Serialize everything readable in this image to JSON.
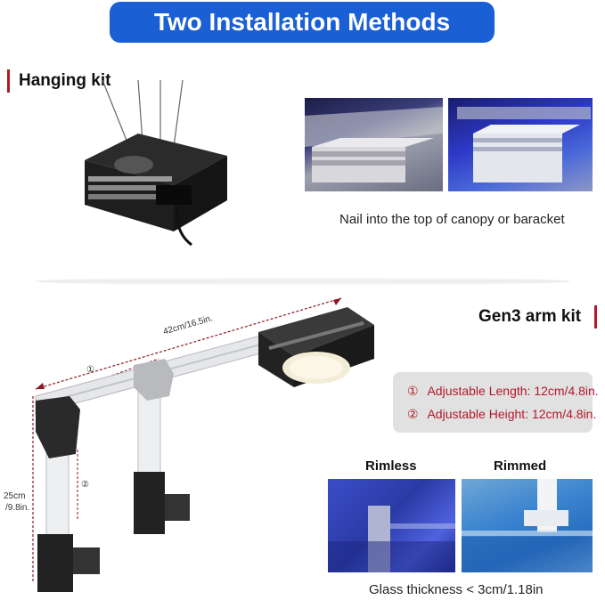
{
  "header": {
    "title": "Two Installation Methods"
  },
  "hanging": {
    "title": "Hanging kit",
    "caption": "Nail into the top of canopy or baracket",
    "photo_left": "canopy-mount-photo",
    "photo_right": "bracket-mount-photo"
  },
  "arm": {
    "title": "Gen3 arm kit",
    "length_label": "42cm/16.5in.",
    "marker_1": "①",
    "marker_2": "②",
    "height_label_top": "25cm",
    "height_label_bottom": "/9.8in.",
    "info": [
      {
        "marker": "①",
        "text": "Adjustable Length: 12cm/4.8in."
      },
      {
        "marker": "②",
        "text": "Adjustable Height: 12cm/4.8in."
      }
    ],
    "rimless_label": "Rimless",
    "rimmed_label": "Rimmed",
    "caption": "Glass thickness < 3cm/1.18in"
  },
  "colors": {
    "banner": "#1a5fd4",
    "accent": "#b3192a",
    "info_bg": "#e1e1e1"
  }
}
